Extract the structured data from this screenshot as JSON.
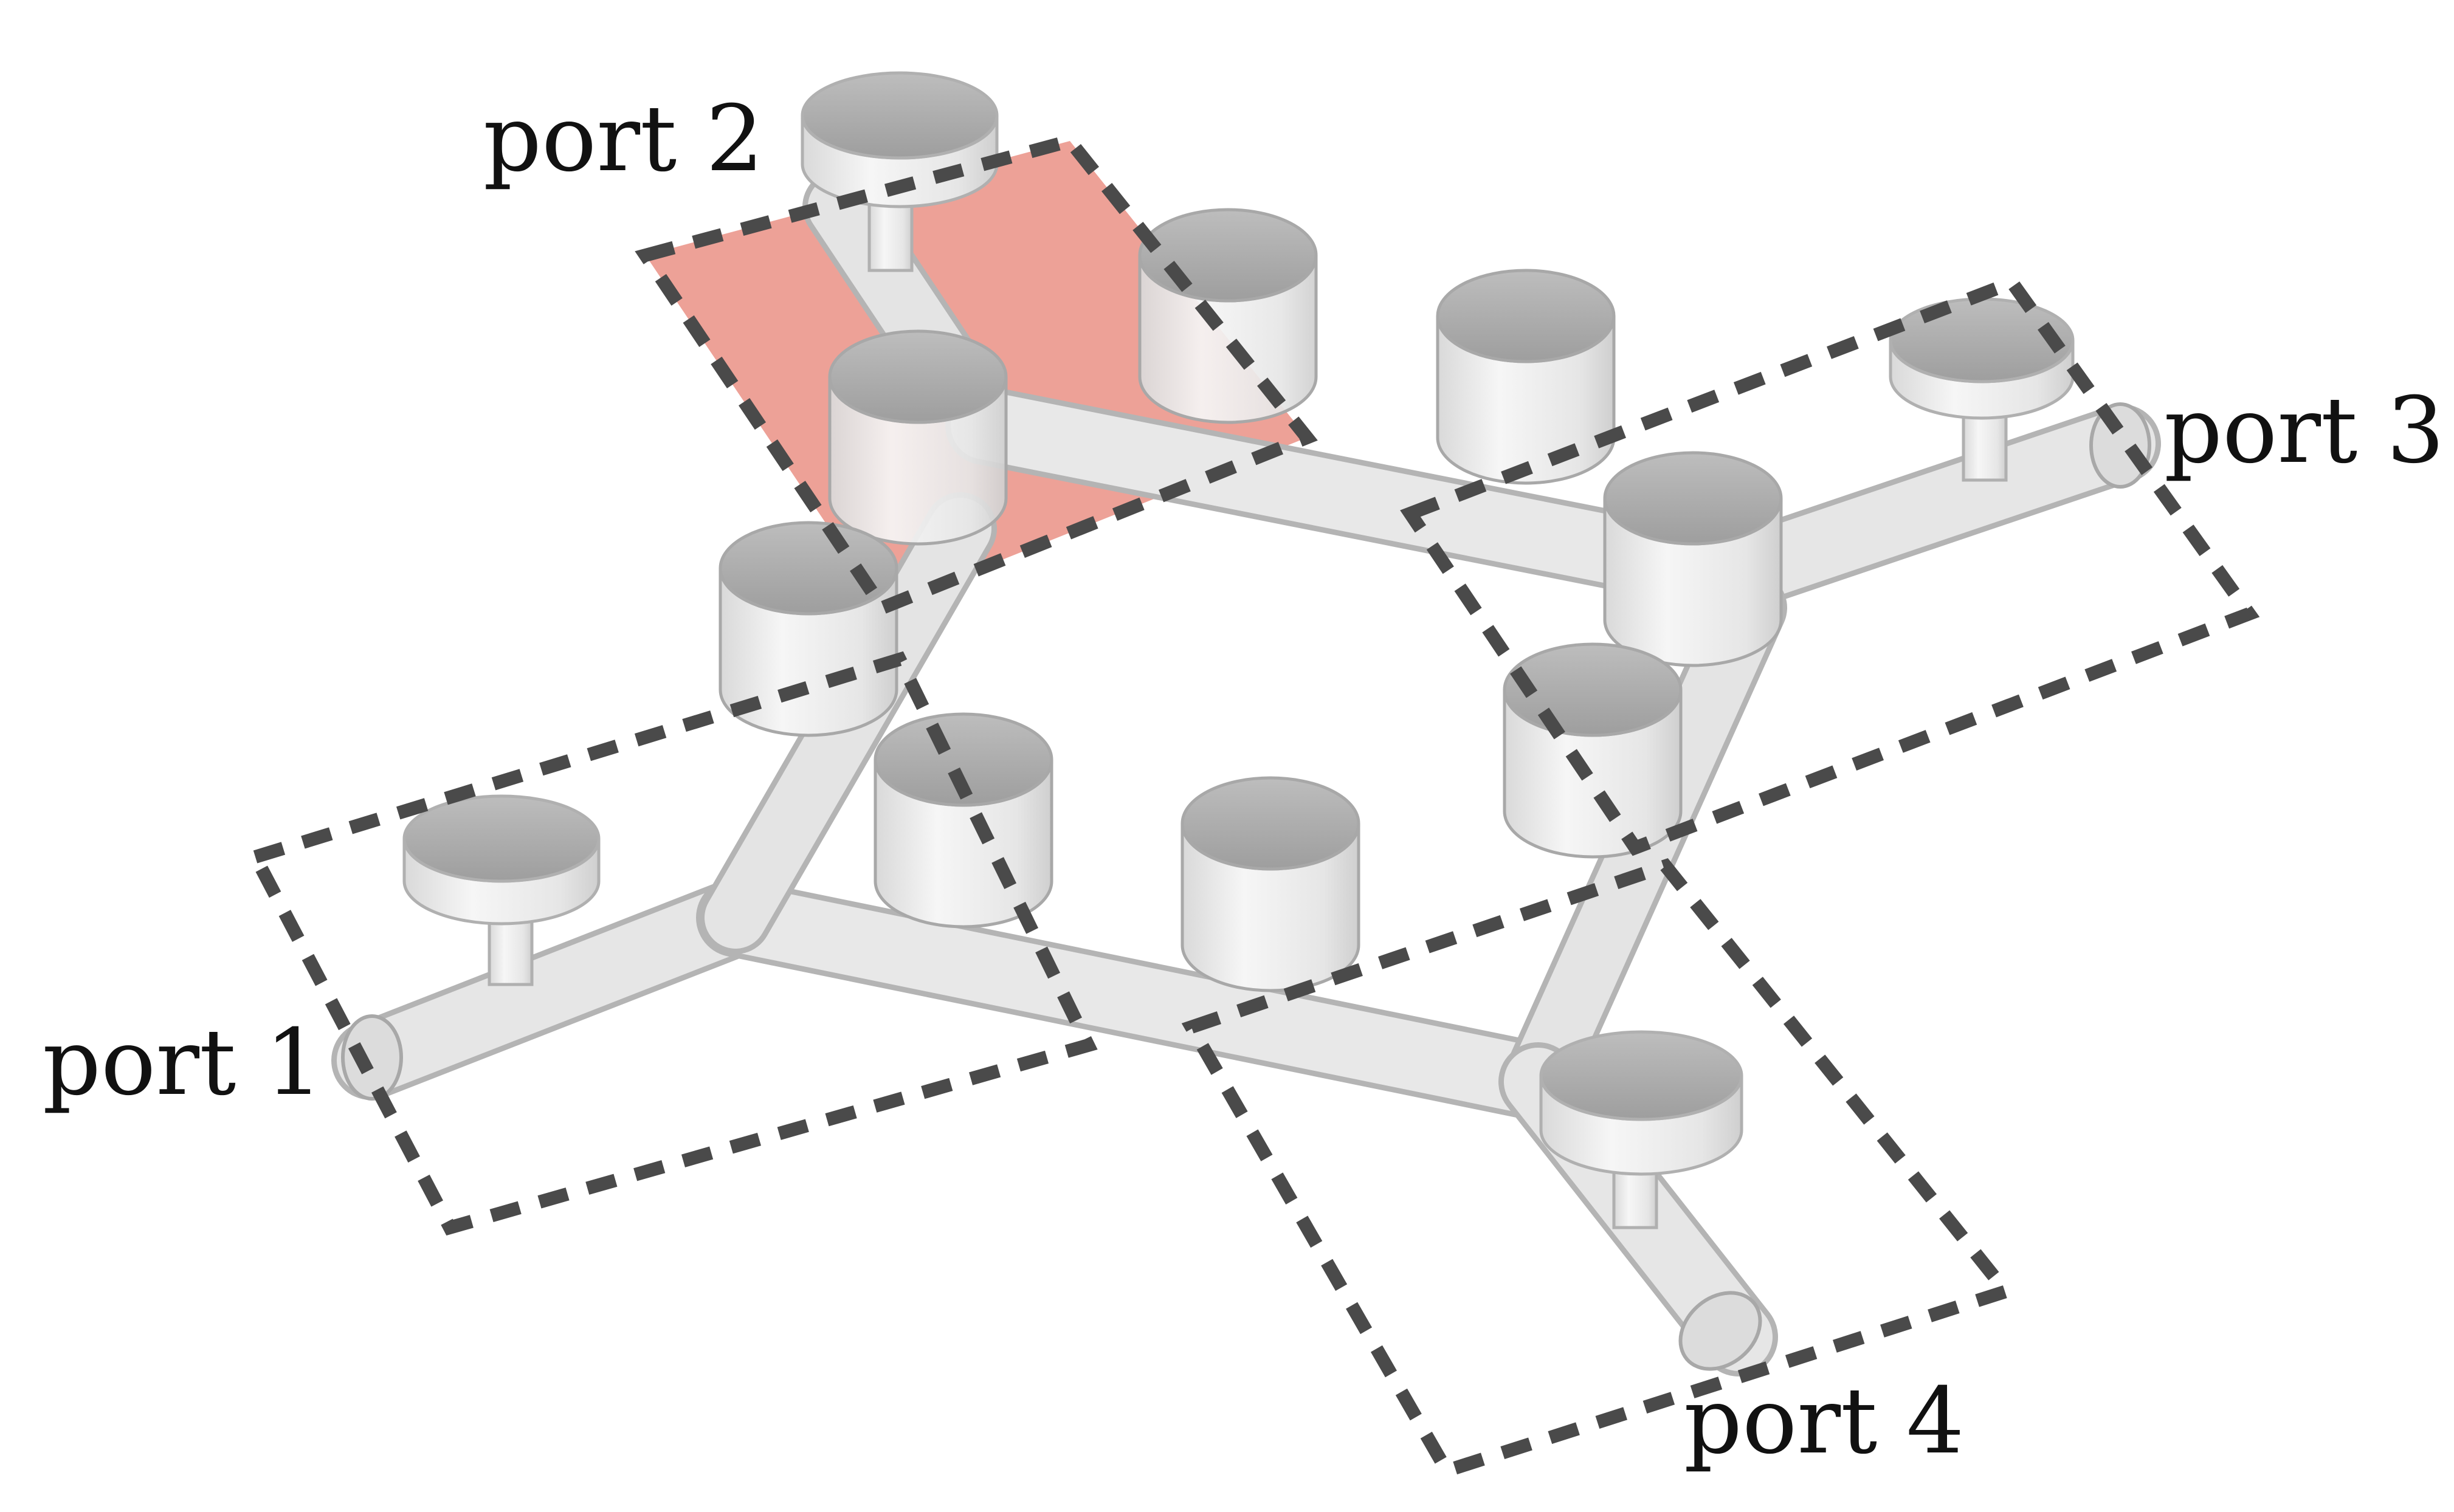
{
  "labels": {
    "port1": "port 1",
    "port2": "port 2",
    "port3": "port 3",
    "port4": "port 4"
  },
  "colors": {
    "highlight_plane": "#e8877a",
    "dashed_outline": "#4a4a4a",
    "pipe_fill": "#e3e3e3",
    "pipe_edge": "#b4b4b4",
    "cap_top": "#a9a9a9",
    "cylinder_body": "#ececec",
    "text": "#111111"
  },
  "highlighted_port": "port 2"
}
